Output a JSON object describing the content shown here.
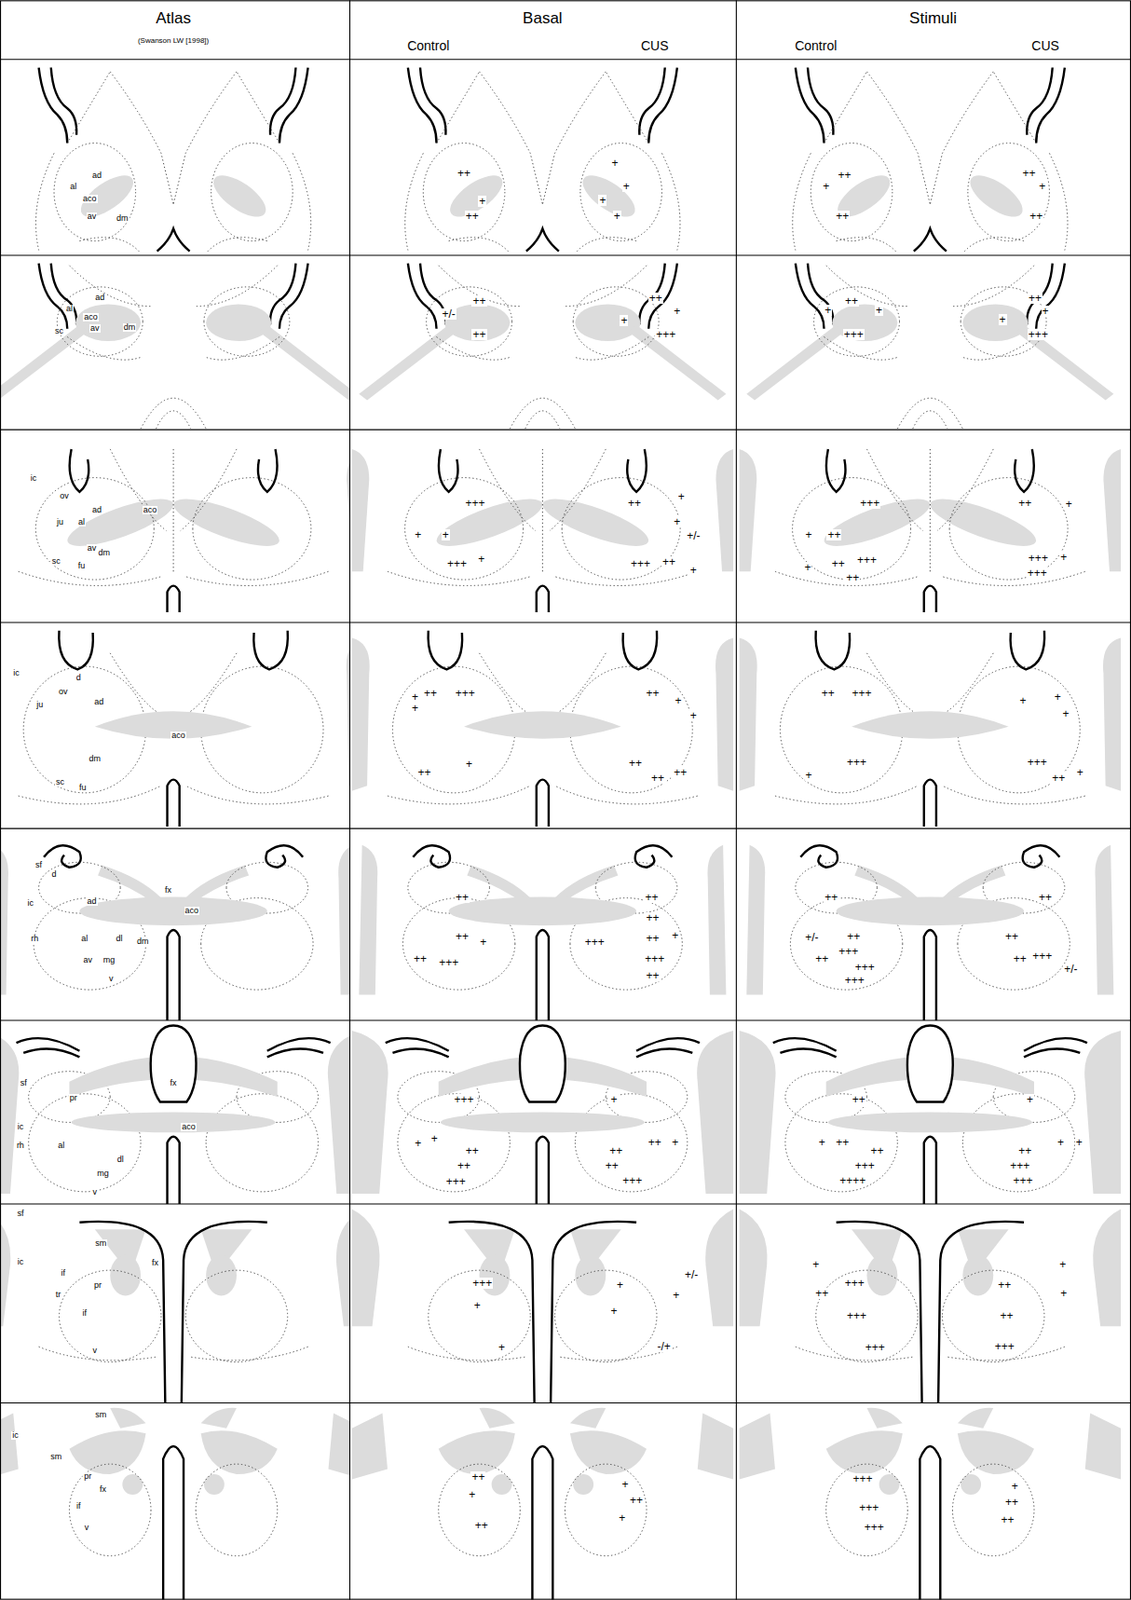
{
  "diagram": {
    "labels": [
      "Atlas",
      "(Swanson LW [1998])",
      "Basal",
      "Stimuli",
      "Control",
      "CUS",
      "Control",
      "CUS",
      "ad",
      "al",
      "aco",
      "av",
      "dm",
      "++",
      "+",
      "++",
      "+",
      "+",
      "+",
      "+",
      "+",
      "++",
      "++",
      "++",
      "+",
      "++",
      "ad",
      "al",
      "aco",
      "dm",
      "sc",
      "av",
      "++",
      "+/-",
      "++",
      "++",
      "+",
      "+",
      "+++",
      "++",
      "+",
      "+",
      "+++",
      "++",
      "+",
      "+",
      "+++",
      "ic",
      "ov",
      "ad",
      "ju",
      "al",
      "aco",
      "av",
      "dm",
      "sc",
      "fu",
      "+++",
      "+",
      "+",
      "+++",
      "+",
      "++",
      "+",
      "+",
      "+/-",
      "+++",
      "++",
      "+",
      "+++",
      "+",
      "++",
      "+",
      "++",
      "+++",
      "++",
      "++",
      "+",
      "+++",
      "+",
      "+++",
      "ic",
      "d",
      "ov",
      "ad",
      "ju",
      "aco",
      "dm",
      "sc",
      "fu",
      "+",
      "+",
      "++",
      "+++",
      "++",
      "+",
      "++",
      "+",
      "+",
      "++",
      "++",
      "++",
      "++",
      "+++",
      "+",
      "+++",
      "+",
      "+",
      "+",
      "+++",
      "++",
      "+",
      "sf",
      "d",
      "ic",
      "fx",
      "ad",
      "aco",
      "rh",
      "al",
      "dl",
      "dm",
      "av",
      "mg",
      "v",
      "++",
      "++",
      "+",
      "++",
      "+++",
      "+++",
      "++",
      "++",
      "+",
      "++",
      "+++",
      "++",
      "++",
      "+/-",
      "++",
      "++",
      "+++",
      "+++",
      "+++",
      "++",
      "++",
      "++",
      "+++",
      "+/-",
      "sf",
      "pr",
      "fx",
      "ic",
      "rh",
      "al",
      "aco",
      "dl",
      "mg",
      "v",
      "+++",
      "+",
      "+",
      "++",
      "++",
      "+++",
      "+",
      "++",
      "+",
      "++",
      "++",
      "+++",
      "++",
      "+",
      "++",
      "++",
      "+++",
      "++++",
      "+",
      "+",
      "+",
      "++",
      "+++",
      "+++",
      "sf",
      "sm",
      "ic",
      "fx",
      "if",
      "pr",
      "tr",
      "if",
      "v",
      "+++",
      "+",
      "+",
      "+/-",
      "+",
      "+",
      "+",
      "-/+",
      "+",
      "++",
      "+++",
      "+++",
      "+++",
      "+",
      "++",
      "+",
      "++",
      "+++",
      "sm",
      "ic",
      "sm",
      "pr",
      "fx",
      "if",
      "v",
      "++",
      "+",
      "++",
      "+",
      "++",
      "+",
      "+++",
      "+++",
      "+++",
      "+",
      "++",
      "++"
    ]
  }
}
